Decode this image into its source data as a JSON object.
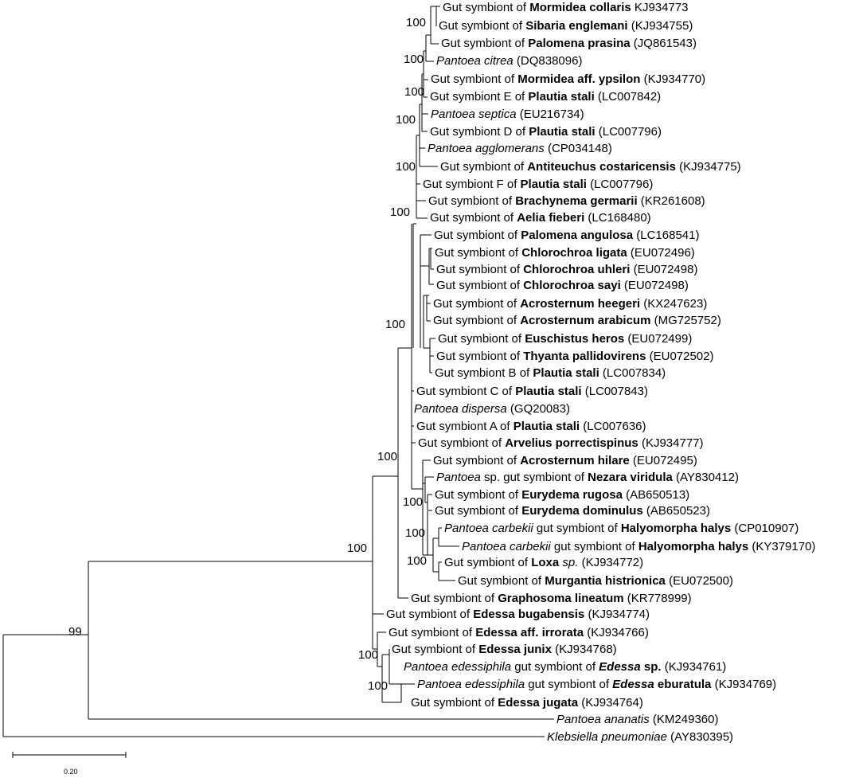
{
  "diagram": {
    "type": "phylogenetic-tree",
    "taxa": [
      {
        "id": "t1",
        "parts": [
          {
            "t": "Gut symbiont of "
          },
          {
            "t": "Mormidea collaris",
            "b": true
          },
          {
            "t": " KJ934773"
          }
        ]
      },
      {
        "id": "t2",
        "parts": [
          {
            "t": "Gut symbiont of "
          },
          {
            "t": "Sibaria englemani",
            "b": true
          },
          {
            "t": " (KJ934755)"
          }
        ]
      },
      {
        "id": "t3",
        "parts": [
          {
            "t": "Gut symbiont of "
          },
          {
            "t": "Palomena prasina",
            "b": true
          },
          {
            "t": " (JQ861543)"
          }
        ]
      },
      {
        "id": "t4",
        "parts": [
          {
            "t": "Pantoea citrea",
            "i": true
          },
          {
            "t": " (DQ838096)"
          }
        ]
      },
      {
        "id": "t5",
        "parts": [
          {
            "t": "Gut symbiont of "
          },
          {
            "t": "Mormidea aff. ypsilon",
            "b": true
          },
          {
            "t": " (KJ934770)"
          }
        ]
      },
      {
        "id": "t6",
        "parts": [
          {
            "t": "Gut symbiont E of "
          },
          {
            "t": "Plautia stali",
            "b": true
          },
          {
            "t": " (LC007842)"
          }
        ]
      },
      {
        "id": "t7",
        "parts": [
          {
            "t": "Pantoea septica",
            "i": true
          },
          {
            "t": " (EU216734)"
          }
        ]
      },
      {
        "id": "t8",
        "parts": [
          {
            "t": "Gut symbiont D of "
          },
          {
            "t": "Plautia stali",
            "b": true
          },
          {
            "t": " (LC007796)"
          }
        ]
      },
      {
        "id": "t9",
        "parts": [
          {
            "t": "Pantoea agglomerans",
            "i": true
          },
          {
            "t": " (CP034148)"
          }
        ]
      },
      {
        "id": "t10",
        "parts": [
          {
            "t": "Gut symbiont of "
          },
          {
            "t": "Antiteuchus costaricensis",
            "b": true
          },
          {
            "t": " (KJ934775)"
          }
        ]
      },
      {
        "id": "t11",
        "parts": [
          {
            "t": "Gut symbiont F of "
          },
          {
            "t": "Plautia stali",
            "b": true
          },
          {
            "t": " (LC007796)"
          }
        ]
      },
      {
        "id": "t12",
        "parts": [
          {
            "t": "Gut symbiont of "
          },
          {
            "t": "Brachynema germarii",
            "b": true
          },
          {
            "t": " (KR261608)"
          }
        ]
      },
      {
        "id": "t13",
        "parts": [
          {
            "t": "Gut symbiont of "
          },
          {
            "t": "Aelia fieberi",
            "b": true
          },
          {
            "t": " (LC168480)"
          }
        ]
      },
      {
        "id": "t14",
        "parts": [
          {
            "t": "Gut symbiont of "
          },
          {
            "t": "Palomena angulosa",
            "b": true
          },
          {
            "t": " (LC168541)"
          }
        ]
      },
      {
        "id": "t15",
        "parts": [
          {
            "t": "Gut symbiont of "
          },
          {
            "t": "Chlorochroa ligata",
            "b": true
          },
          {
            "t": " (EU072496)"
          }
        ]
      },
      {
        "id": "t16",
        "parts": [
          {
            "t": "Gut symbiont of "
          },
          {
            "t": "Chlorochroa uhleri",
            "b": true
          },
          {
            "t": " (EU072498)"
          }
        ]
      },
      {
        "id": "t17",
        "parts": [
          {
            "t": "Gut symbiont of "
          },
          {
            "t": "Chlorochroa sayi",
            "b": true
          },
          {
            "t": " (EU072498)"
          }
        ]
      },
      {
        "id": "t18",
        "parts": [
          {
            "t": "Gut symbiont of "
          },
          {
            "t": "Acrosternum heegeri",
            "b": true
          },
          {
            "t": " (KX247623)"
          }
        ]
      },
      {
        "id": "t19",
        "parts": [
          {
            "t": "Gut symbiont of "
          },
          {
            "t": "Acrosternum arabicum",
            "b": true
          },
          {
            "t": " (MG725752)"
          }
        ]
      },
      {
        "id": "t20",
        "parts": [
          {
            "t": "Gut symbiont of "
          },
          {
            "t": "Euschistus heros",
            "b": true
          },
          {
            "t": " (EU072499)"
          }
        ]
      },
      {
        "id": "t21",
        "parts": [
          {
            "t": "Gut symbiont of "
          },
          {
            "t": "Thyanta pallidovirens",
            "b": true
          },
          {
            "t": " (EU072502)"
          }
        ]
      },
      {
        "id": "t22",
        "parts": [
          {
            "t": "Gut symbiont B of "
          },
          {
            "t": "Plautia stali",
            "b": true
          },
          {
            "t": " (LC007834)"
          }
        ]
      },
      {
        "id": "t23",
        "parts": [
          {
            "t": "Gut symbiont C of "
          },
          {
            "t": "Plautia stali",
            "b": true
          },
          {
            "t": " (LC007843)"
          }
        ]
      },
      {
        "id": "t24",
        "parts": [
          {
            "t": "Pantoea dispersa",
            "i": true
          },
          {
            "t": " (GQ20083)"
          }
        ]
      },
      {
        "id": "t25",
        "parts": [
          {
            "t": "Gut symbiont A of "
          },
          {
            "t": "Plautia stali",
            "b": true
          },
          {
            "t": " (LC007636)"
          }
        ]
      },
      {
        "id": "t26",
        "parts": [
          {
            "t": "Gut symbiont of "
          },
          {
            "t": "Arvelius porrectispinus",
            "b": true
          },
          {
            "t": " (KJ934777)"
          }
        ]
      },
      {
        "id": "t27",
        "parts": [
          {
            "t": "Gut symbiont of "
          },
          {
            "t": "Acrosternum hilare",
            "b": true
          },
          {
            "t": " (EU072495)"
          }
        ]
      },
      {
        "id": "t28",
        "parts": [
          {
            "t": "Pantoea",
            "i": true
          },
          {
            "t": " sp. gut symbiont of "
          },
          {
            "t": "Nezara viridula",
            "b": true
          },
          {
            "t": " (AY830412)"
          }
        ]
      },
      {
        "id": "t29",
        "parts": [
          {
            "t": "Gut symbiont of "
          },
          {
            "t": "Eurydema rugosa",
            "b": true
          },
          {
            "t": " (AB650513)"
          }
        ]
      },
      {
        "id": "t30",
        "parts": [
          {
            "t": "Gut symbiont of "
          },
          {
            "t": "Eurydema dominulus",
            "b": true
          },
          {
            "t": " (AB650523)"
          }
        ]
      },
      {
        "id": "t31",
        "parts": [
          {
            "t": "Pantoea carbekii",
            "i": true
          },
          {
            "t": " gut symbiont of "
          },
          {
            "t": "Halyomorpha halys",
            "b": true
          },
          {
            "t": " (CP010907)"
          }
        ]
      },
      {
        "id": "t32",
        "parts": [
          {
            "t": "Pantoea carbekii",
            "i": true
          },
          {
            "t": " gut symbiont of "
          },
          {
            "t": "Halyomorpha halys",
            "b": true
          },
          {
            "t": " (KY379170)"
          }
        ]
      },
      {
        "id": "t33",
        "parts": [
          {
            "t": "Gut symbiont of "
          },
          {
            "t": "Loxa",
            "b": true
          },
          {
            "t": " sp.",
            "i": true
          },
          {
            "t": " (KJ934772)"
          }
        ]
      },
      {
        "id": "t34",
        "parts": [
          {
            "t": "Gut symbiont of "
          },
          {
            "t": "Murgantia histrionica",
            "b": true
          },
          {
            "t": " (EU072500)"
          }
        ]
      },
      {
        "id": "t35",
        "parts": [
          {
            "t": "Gut symbiont of "
          },
          {
            "t": "Graphosoma lineatum",
            "b": true
          },
          {
            "t": " (KR778999)"
          }
        ]
      },
      {
        "id": "t36",
        "parts": [
          {
            "t": "Gut symbiont of "
          },
          {
            "t": "Edessa bugabensis",
            "b": true
          },
          {
            "t": " (KJ934774)"
          }
        ]
      },
      {
        "id": "t37",
        "parts": [
          {
            "t": "Gut symbiont of "
          },
          {
            "t": "Edessa aff. irrorata",
            "b": true
          },
          {
            "t": " (KJ934766)"
          }
        ]
      },
      {
        "id": "t38",
        "parts": [
          {
            "t": "Gut symbiont of "
          },
          {
            "t": "Edessa junix",
            "b": true
          },
          {
            "t": " (KJ934768)"
          }
        ]
      },
      {
        "id": "t39",
        "parts": [
          {
            "t": "Pantoea edessiphila",
            "i": true
          },
          {
            "t": " gut symbiont of "
          },
          {
            "t": "Edessa",
            "b": true,
            "i": true
          },
          {
            "t": " sp.",
            "b": true
          },
          {
            "t": " (KJ934761)"
          }
        ]
      },
      {
        "id": "t40",
        "parts": [
          {
            "t": "Pantoea edessiphila",
            "i": true
          },
          {
            "t": " gut symbiont of "
          },
          {
            "t": "Edessa",
            "b": true,
            "i": true
          },
          {
            "t": " eburatula",
            "b": true
          },
          {
            "t": " (KJ934769)"
          }
        ]
      },
      {
        "id": "t41",
        "parts": [
          {
            "t": "Gut symbiont of "
          },
          {
            "t": "Edessa jugata",
            "b": true
          },
          {
            "t": " (KJ934764)"
          }
        ]
      },
      {
        "id": "t42",
        "parts": [
          {
            "t": "Pantoea ananatis",
            "i": true
          },
          {
            "t": " (KM249360)"
          }
        ]
      },
      {
        "id": "t43",
        "parts": [
          {
            "t": "Klebsiella pneumoniae",
            "i": true
          },
          {
            "t": " (AY830395)"
          }
        ]
      }
    ],
    "bootstrap_values": [
      "100",
      "100",
      "100",
      "100",
      "100",
      "100",
      "100",
      "100",
      "100",
      "100",
      "100",
      "100",
      "100",
      "100",
      "99"
    ],
    "scale_bar": {
      "label": "0.20",
      "value": 0.2
    }
  },
  "colors": {
    "line": "#000000",
    "background": "#ffffff"
  }
}
